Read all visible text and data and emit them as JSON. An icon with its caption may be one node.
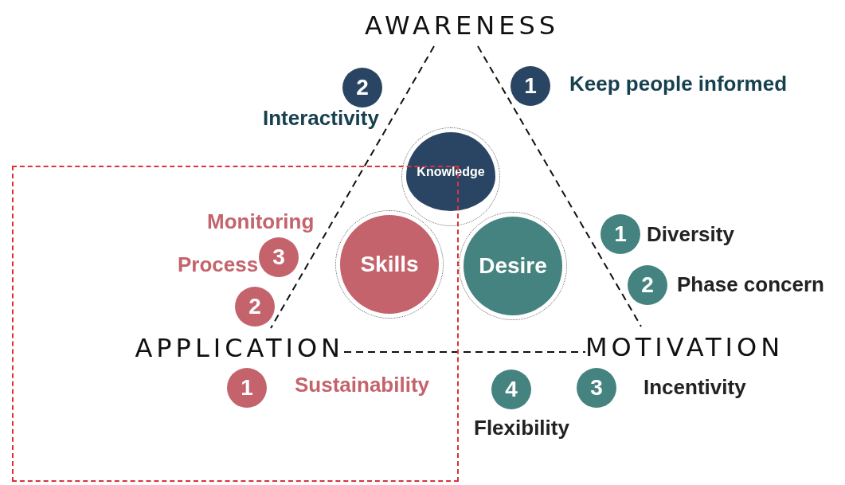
{
  "diagram": {
    "nodes": [
      {
        "text": [
          "AWARENESS"
        ]
      },
      {
        "text": [
          "2"
        ],
        "beside": [
          "Interactivity"
        ]
      },
      {
        "text": [
          "1"
        ],
        "beside": [
          "Keep people informed"
        ]
      },
      {
        "text": [
          "Knowledge"
        ]
      },
      {
        "text": [],
        "shape": "box"
      },
      {
        "text": [
          "Skills"
        ],
        "in": 4
      },
      {
        "text": [
          "3"
        ],
        "beside": [
          "Monitoring",
          "Process"
        ],
        "in": 4
      },
      {
        "text": [
          "2"
        ],
        "in": 4
      },
      {
        "text": [
          "APPLICATION"
        ],
        "in": 4
      },
      {
        "text": [
          "1"
        ],
        "beside": [
          "Sustainability"
        ],
        "in": 4
      },
      {
        "text": [
          "Desire"
        ]
      },
      {
        "text": [
          "1"
        ],
        "beside": [
          "Diversity"
        ]
      },
      {
        "text": [
          "2"
        ],
        "beside": [
          "Phase concern"
        ]
      },
      {
        "text": [
          "MOTIVATION"
        ]
      },
      {
        "text": [
          "4"
        ],
        "beside": [
          "Flexibility"
        ]
      },
      {
        "text": [
          "3"
        ],
        "beside": [
          "Incentivity"
        ]
      }
    ],
    "edges": [
      {
        "from": 0,
        "to": 8,
        "arrow": "none",
        "style": "dashed"
      },
      {
        "from": 0,
        "to": 13,
        "arrow": "none",
        "style": "dashed"
      },
      {
        "from": 8,
        "to": 13,
        "arrow": "none",
        "style": "dashed"
      }
    ]
  }
}
